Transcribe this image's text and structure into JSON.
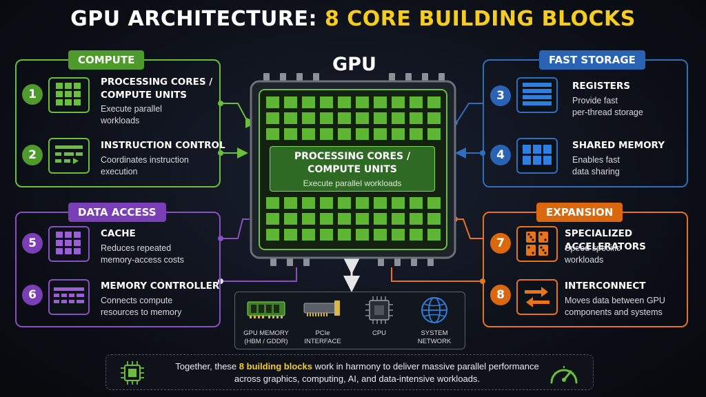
{
  "title": {
    "prefix": "GPU ARCHITECTURE:",
    "highlight": "8 CORE BUILDING BLOCKS"
  },
  "chip_label": "GPU",
  "center": {
    "title_line1": "PROCESSING CORES /",
    "title_line2": "COMPUTE UNITS",
    "desc": "Execute parallel workloads"
  },
  "panels": {
    "compute": {
      "label": "COMPUTE",
      "color": "#6cbf3e"
    },
    "fast_storage": {
      "label": "FAST STORAGE",
      "color": "#2f6fc0"
    },
    "data_access": {
      "label": "DATA ACCESS",
      "color": "#8a4fc2"
    },
    "expansion": {
      "label": "EXPANSION",
      "color": "#e8741b"
    }
  },
  "items": [
    {
      "num": "1",
      "title1": "PROCESSING CORES /",
      "title2": "COMPUTE UNITS",
      "desc1": "Execute parallel",
      "desc2": "workloads",
      "icon": "core-grid-icon"
    },
    {
      "num": "2",
      "title1": "INSTRUCTION CONTROL",
      "title2": "",
      "desc1": "Coordinates instruction",
      "desc2": "execution",
      "icon": "instruction-icon"
    },
    {
      "num": "3",
      "title1": "REGISTERS",
      "title2": "",
      "desc1": "Provide fast",
      "desc2": "per-thread storage",
      "icon": "registers-icon"
    },
    {
      "num": "4",
      "title1": "SHARED MEMORY",
      "title2": "",
      "desc1": "Enables fast",
      "desc2": "data sharing",
      "icon": "shared-memory-icon"
    },
    {
      "num": "5",
      "title1": "CACHE",
      "title2": "",
      "desc1": "Reduces repeated",
      "desc2": "memory-access costs",
      "icon": "cache-icon"
    },
    {
      "num": "6",
      "title1": "MEMORY CONTROLLER",
      "title2": "",
      "desc1": "Connects compute",
      "desc2": "resources to memory",
      "icon": "memory-controller-icon"
    },
    {
      "num": "7",
      "title1": "SPECIALIZED ACCELERATORS",
      "title2": "",
      "desc1": "Speed specific",
      "desc2": "workloads",
      "icon": "accelerator-icon"
    },
    {
      "num": "8",
      "title1": "INTERCONNECT",
      "title2": "",
      "desc1": "Moves data between GPU",
      "desc2": "components and systems",
      "icon": "interconnect-icon"
    }
  ],
  "io": [
    {
      "line1": "GPU MEMORY",
      "line2": "(HBM / GDDR)",
      "icon": "memory-module-icon"
    },
    {
      "line1": "PCIe",
      "line2": "INTERFACE",
      "icon": "pcie-card-icon"
    },
    {
      "line1": "CPU",
      "line2": "",
      "icon": "cpu-icon"
    },
    {
      "line1": "SYSTEM",
      "line2": "NETWORK",
      "icon": "globe-icon"
    }
  ],
  "bottom": {
    "before": "Together, these ",
    "highlight": "8 building blocks",
    "after": " work in harmony to deliver massive parallel performance",
    "line2": "across graphics, computing, AI, and data-intensive workloads."
  },
  "colors": {
    "accent_yellow": "#f6cc1f",
    "green": "#6cbf3e",
    "blue": "#2f6fc0",
    "purple": "#8a4fc2",
    "orange": "#e8741b"
  }
}
